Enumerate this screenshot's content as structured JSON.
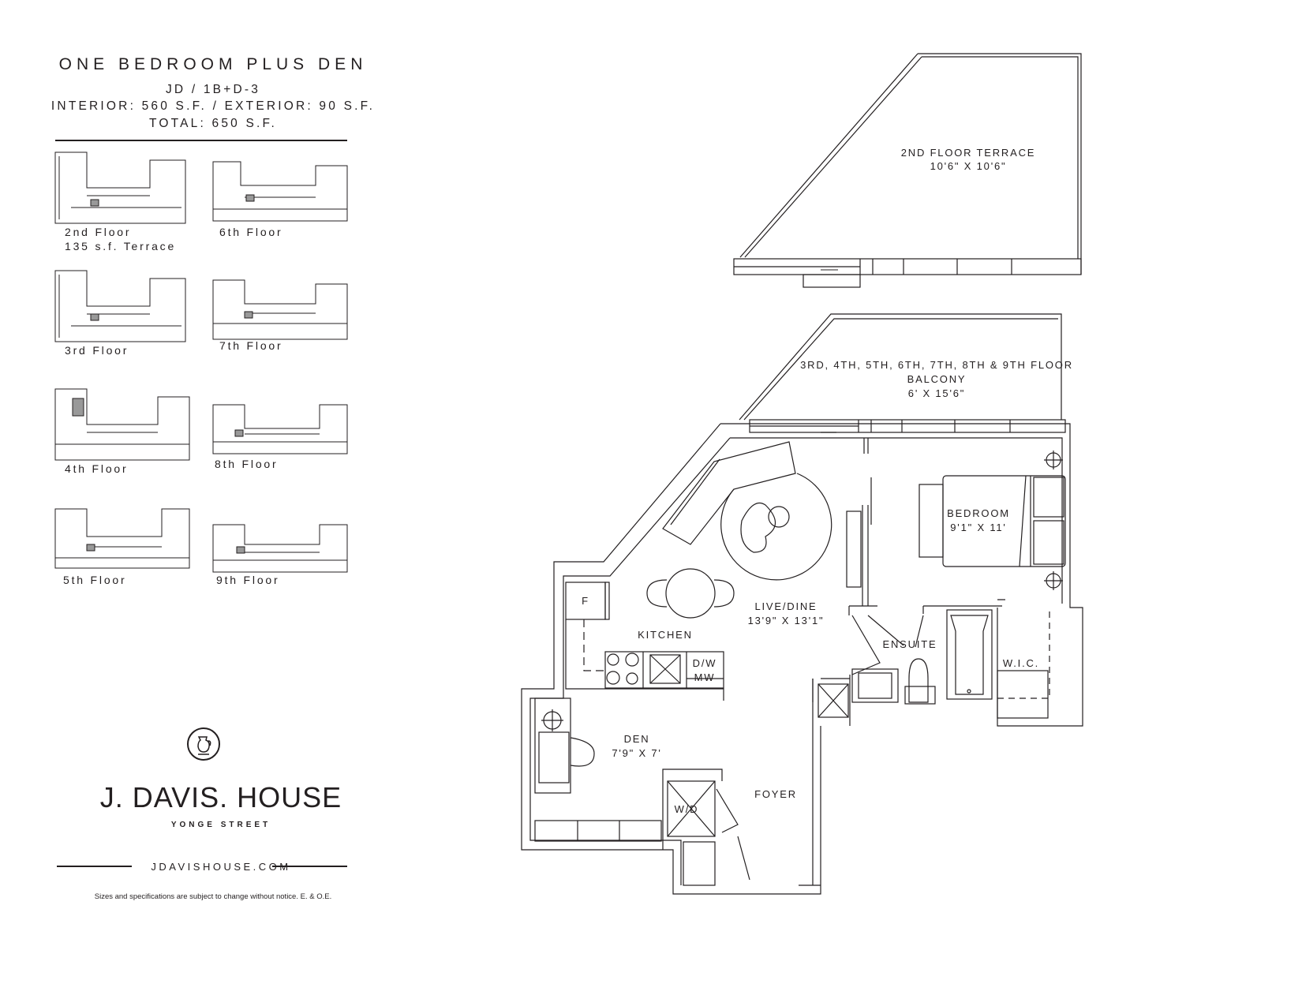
{
  "header": {
    "title": "ONE BEDROOM PLUS DEN",
    "unit_code": "JD / 1B+D-3",
    "areas": "INTERIOR: 560 S.F. / EXTERIOR: 90 S.F.",
    "total": "TOTAL: 650 S.F."
  },
  "key_plans": [
    {
      "floor": "2nd Floor",
      "note": "135 s.f. Terrace"
    },
    {
      "floor": "6th Floor"
    },
    {
      "floor": "3rd Floor"
    },
    {
      "floor": "7th Floor"
    },
    {
      "floor": "4th Floor"
    },
    {
      "floor": "8th Floor"
    },
    {
      "floor": "5th Floor"
    },
    {
      "floor": "9th Floor"
    }
  ],
  "brand": {
    "name": "J. DAVIS. HOUSE",
    "street": "YONGE STREET",
    "website": "JDAVISHOUSE.COM",
    "disclaimer": "Sizes and specifications are subject to change without notice.  E. & O.E."
  },
  "plan": {
    "terrace": {
      "name": "2ND FLOOR TERRACE",
      "size": "10'6\" X 10'6\""
    },
    "balcony": {
      "floors": "3RD, 4TH, 5TH, 6TH, 7TH, 8TH & 9TH FLOOR",
      "name": "BALCONY",
      "size": "6' X 15'6\""
    },
    "bedroom": {
      "name": "BEDROOM",
      "size": "9'1\" X 11'"
    },
    "live_dine": {
      "name": "LIVE/DINE",
      "size": "13'9\" X 13'1\""
    },
    "kitchen": {
      "name": "KITCHEN"
    },
    "ensuite": {
      "name": "ENSUITE"
    },
    "wic": {
      "name": "W.I.C."
    },
    "den": {
      "name": "DEN",
      "size": "7'9\" X 7'"
    },
    "foyer": {
      "name": "FOYER"
    },
    "fridge": "F",
    "dw": "D/W",
    "mw": "MW",
    "wd": "W/D"
  }
}
